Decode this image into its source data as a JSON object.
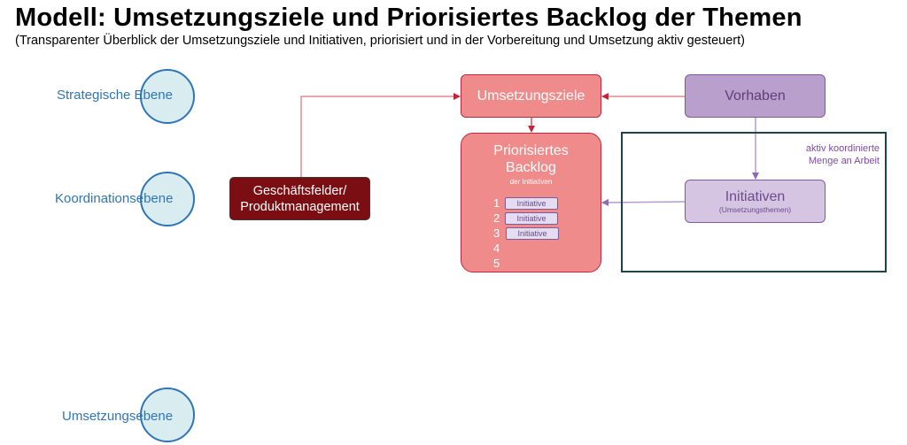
{
  "header": {
    "title": "Modell: Umsetzungsziele und Priorisiertes Backlog der Themen",
    "subtitle": "(Transparenter Überblick der Umsetzungsziele und Initiativen, priorisiert und in der Vorbereitung und Umsetzung aktiv gesteuert)"
  },
  "levels": [
    {
      "label": "Strategische Ebene"
    },
    {
      "label": "Koordinationsebene"
    },
    {
      "label": "Umsetzungsebene"
    }
  ],
  "boxes": {
    "goals": {
      "label": "Umsetzungsziele"
    },
    "backlog": {
      "title_line1": "Priorisiertes",
      "title_line2": "Backlog",
      "subtitle": "der Initiativen",
      "items": [
        {
          "rank": "1",
          "label": "Initiative"
        },
        {
          "rank": "2",
          "label": "Initiative"
        },
        {
          "rank": "3",
          "label": "Initiative"
        },
        {
          "rank": "4",
          "label": ""
        },
        {
          "rank": "5",
          "label": ""
        }
      ]
    },
    "business": {
      "line1": "Geschäftsfelder/",
      "line2": "Produktmanagement"
    },
    "vorhaben": {
      "label": "Vorhaben"
    },
    "initiativen": {
      "title": "Initiativen",
      "subtitle": "(Umsetzungsthemen)"
    }
  },
  "coordination_frame": {
    "line1": "aktiv koordinierte",
    "line2": "Menge an Arbeit"
  },
  "colors": {
    "red_connector": "#c0283a",
    "purple_connector": "#a98cc4",
    "level_blue": "#2e75b6"
  }
}
